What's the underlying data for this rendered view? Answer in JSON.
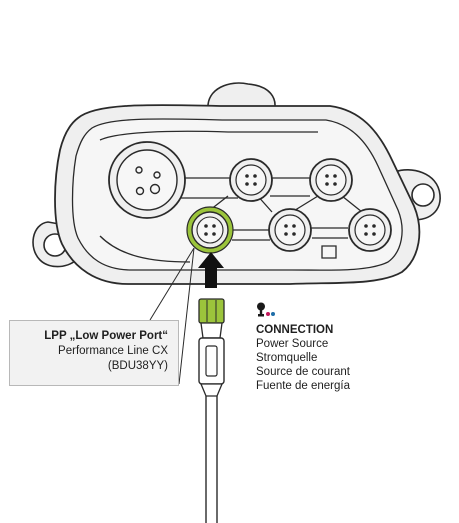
{
  "callout": {
    "title": "LPP „Low Power Port“",
    "line1": "Performance Line CX",
    "line2": "(BDU38YY)"
  },
  "legend": {
    "icon": "connection-plug-icon",
    "icon_colors": [
      "#1a1a1a",
      "#c2185b",
      "#1e6ea8"
    ],
    "heading": "CONNECTION",
    "items": [
      "Power Source",
      "Stromquelle",
      "Source de courant",
      "Fuente de energía"
    ]
  },
  "colors": {
    "highlight": "#9bc43b",
    "housing_fill": "#efefef",
    "outline": "#2a2a2a"
  }
}
